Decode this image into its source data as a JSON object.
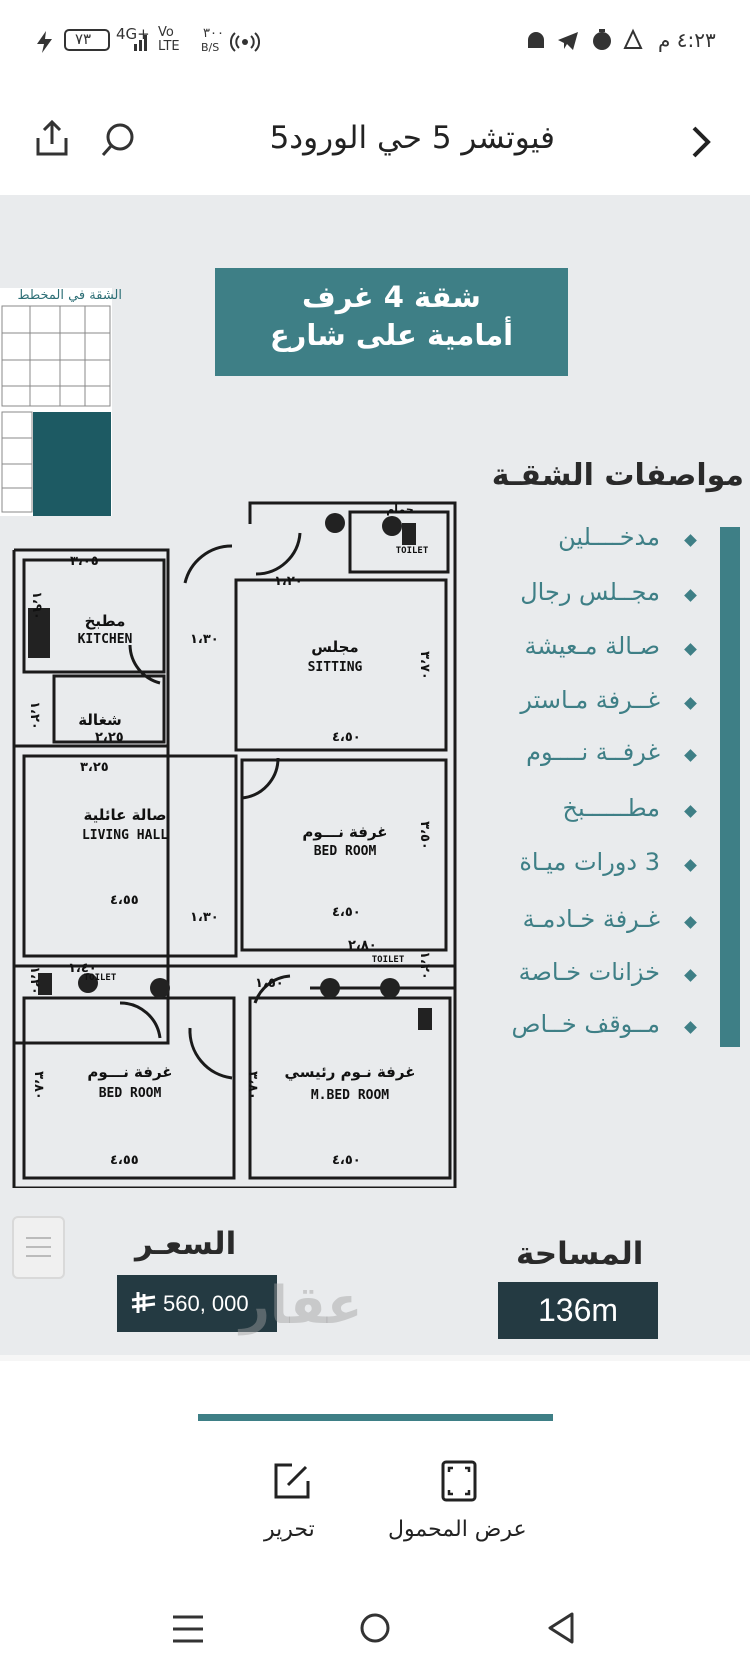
{
  "status_bar": {
    "time": "٤:٢٣ م",
    "battery": "٧٣",
    "network": "4G+",
    "volte": "Vo LTE",
    "speed_value": "٣٠٠",
    "speed_unit": "B/S"
  },
  "header": {
    "title": "فيوتشر 5 حي الورود5",
    "back_icon": "chevron-right-icon",
    "search_icon": "search-icon",
    "share_icon": "share-icon"
  },
  "flyer": {
    "banner_line1": "شقة 4 غرف",
    "banner_line2": "أمامية على شارع",
    "mini_plan_label": "الشقة في المخطط",
    "specs_title": "مواصفات الشقـة",
    "specs": [
      "مدخــــلين",
      "مجــلس رجال",
      "صـالة مـعيشة",
      "غــرفة مـاستر",
      "غرفــة نــــوم",
      "مطــــــبخ",
      "3 دورات ميـاة",
      "غـرفة خـادمـة",
      "خزانات خـاصة",
      "مــوقف خــاص"
    ],
    "area_label": "المساحة",
    "area_value": "136m",
    "price_label": "السعـر",
    "price_value": "560, 000",
    "watermark": "عقار"
  },
  "floor_plan": {
    "rooms": {
      "kitchen_ar": "مطبخ",
      "kitchen_en": "KITCHEN",
      "laundry_ar": "شغالة",
      "sitting_ar": "مجلس",
      "sitting_en": "SITTING",
      "living_ar": "صالة عائلية",
      "living_en": "LIVING  HALL",
      "bed1_ar": "غرفة نـــوم",
      "bed1_en": "BED ROOM",
      "bed2_ar": "غرفة نـــوم",
      "bed2_en": "BED ROOM",
      "master_ar": "غرفة نـوم رئيسي",
      "master_en": "M.BED ROOM",
      "toilet": "TOILET",
      "bath_ar": "حمام"
    },
    "dims": {
      "d1": "٣،٠٥",
      "d2": "١،٢٠",
      "d3": "١،٩٠",
      "d4": "١،٣٠",
      "d5": "٣،٧٠",
      "d6": "٢،٢٥",
      "d7": "١،٢٠",
      "d8": "٤،٥٠",
      "d9": "٣،٢٥",
      "d10": "٣،٥٠",
      "d11": "٤،٥٥",
      "d12": "١،٣٠",
      "d13": "٤،٥٠",
      "d14": "١،٤٠",
      "d15": "١،٥٠",
      "d16": "٢،٨٠",
      "d17": "١،٢٠",
      "d18": "٣،٨٠",
      "d19": "٣،٨٠",
      "d20": "٤،٥٥",
      "d21": "٤،٥٠",
      "d22": "١،٢٠"
    }
  },
  "toolbar": {
    "edit_label": "تحرير",
    "edit_icon": "edit-icon",
    "portable_label": "عرض المحمول",
    "portable_icon": "mobile-view-icon"
  },
  "nav": {
    "recents_icon": "recents-icon",
    "home_icon": "home-icon",
    "back_icon": "back-triangle-icon"
  },
  "colors": {
    "accent": "#3e7f86",
    "dark_box": "#243a42",
    "flyer_bg": "#e9ebed"
  }
}
